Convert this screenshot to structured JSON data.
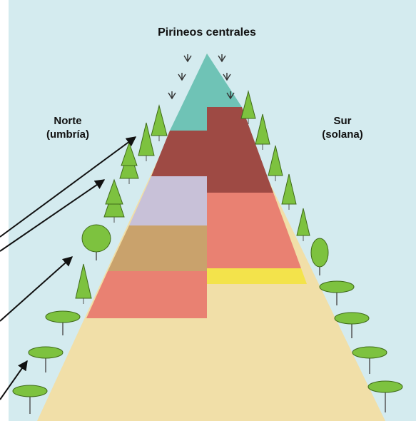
{
  "diagram": {
    "title": "Pirineos centrales",
    "north": {
      "line1": "Norte",
      "line2": "(umbría)"
    },
    "south": {
      "line1": "Sur",
      "line2": "(solana)"
    }
  },
  "colors": {
    "background": "#d4ebef",
    "snow_zone": "#6fc3b6",
    "alpine_meadow": "#9e4a44",
    "subalpine_north": "#c8c1d8",
    "subalpine_south": "#e98172",
    "montane_north": "#c9a26c",
    "montane_south_yellow": "#f3e34b",
    "submontane": "#e98172",
    "lowland": "#f1dfa8",
    "tree": "#7dc23f",
    "arrow": "#111111"
  }
}
